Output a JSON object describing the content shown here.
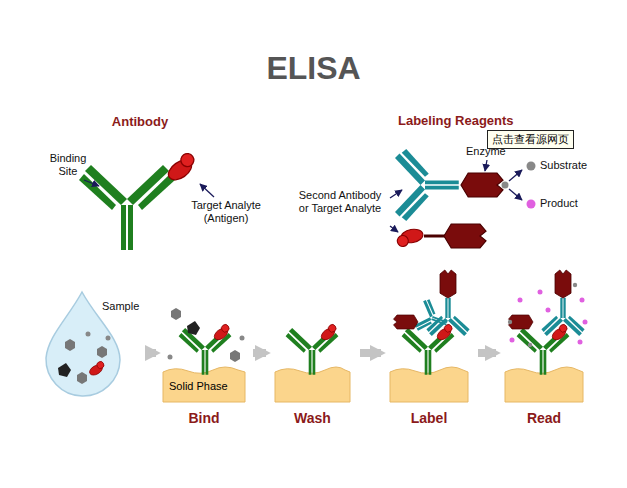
{
  "diagram": {
    "title": "ELISA",
    "nodes": [
      {
        "text": [
          "点击查看源网页"
        ]
      },
      {
        "text": [
          "Sample"
        ]
      },
      {
        "text": [
          "Solid Phase",
          "Bind"
        ]
      },
      {
        "text": [
          "Wash"
        ]
      },
      {
        "text": [
          "Label"
        ]
      },
      {
        "text": [
          "Read"
        ]
      }
    ],
    "edges": [
      {
        "from": 1,
        "to": 2,
        "arrow": "to"
      },
      {
        "from": 2,
        "to": 3,
        "arrow": "to"
      },
      {
        "from": 3,
        "to": 4,
        "arrow": "to"
      },
      {
        "from": 4,
        "to": 5,
        "arrow": "to"
      }
    ],
    "labels": [
      "Antibody",
      "Binding Site",
      "Target Analyte (Antigen)",
      "Labeling Reagents",
      "Enzyme",
      "Substrate",
      "Product",
      "Second Antibody or Target Analyte"
    ]
  }
}
